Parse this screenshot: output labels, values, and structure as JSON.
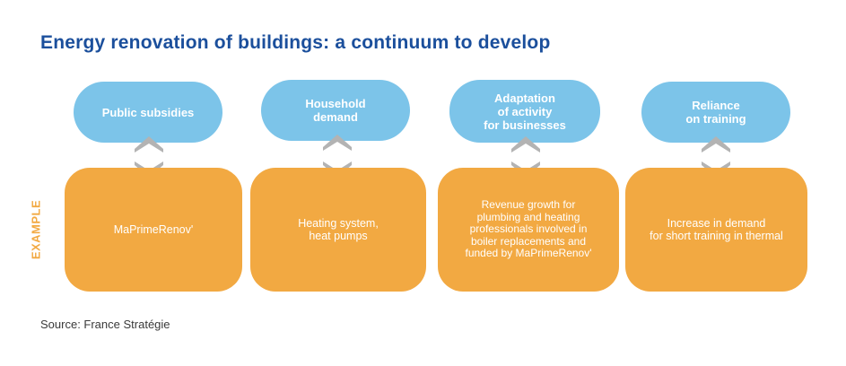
{
  "title": "Energy renovation of buildings: a continuum to develop",
  "side_label": "EXAMPLE",
  "columns": [
    {
      "heading": "Public subsidies",
      "example": "MaPrimeRenov'"
    },
    {
      "heading": "Household\ndemand",
      "example": "Heating system,\nheat pumps"
    },
    {
      "heading": "Adaptation\nof activity\nfor businesses",
      "example": "Revenue growth for\nplumbing and heating\nprofessionals involved in\nboiler replacements and\nfunded by MaPrimeRenov'"
    },
    {
      "heading": "Reliance\non training",
      "example": "Increase in demand\nfor short training in thermal"
    }
  ],
  "source": "Source: France Stratégie",
  "colors": {
    "title": "#1b4f9c",
    "pill": "#7cc4e9",
    "box": "#f2a942",
    "chevron": "#b3b3b3"
  }
}
